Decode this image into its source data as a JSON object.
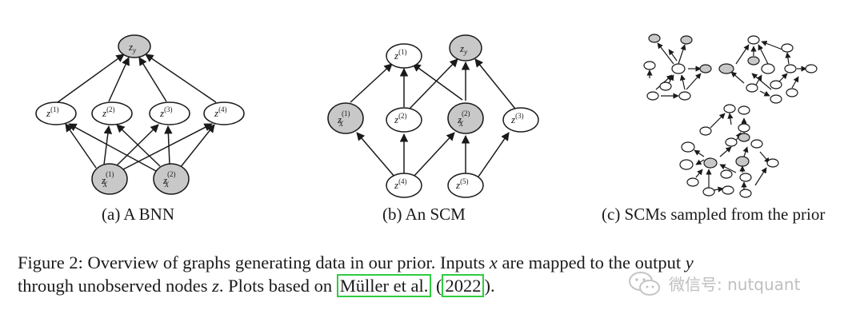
{
  "panels": {
    "a": {
      "caption": "(a) A BNN"
    },
    "b": {
      "caption": "(b) An SCM"
    },
    "c": {
      "caption": "(c) SCMs sampled from the prior"
    }
  },
  "caption": {
    "p1": "Figure 2: Overview of graphs generating data in our prior. Inputs ",
    "x": "x",
    "p2": " are mapped to the output ",
    "y": "y",
    "p3": "through unobserved nodes ",
    "z": "z",
    "p4": ". Plots based on ",
    "cite_author": "Müller et al.",
    "p5": " (",
    "cite_year": "2022",
    "p6": ")."
  },
  "watermark": {
    "text": "微信号: nutquant",
    "icon": "wechat-icon"
  },
  "colors": {
    "filled_node": "#c8c8c8",
    "empty_node": "#ffffff",
    "cite_box": "#2ecc40"
  }
}
